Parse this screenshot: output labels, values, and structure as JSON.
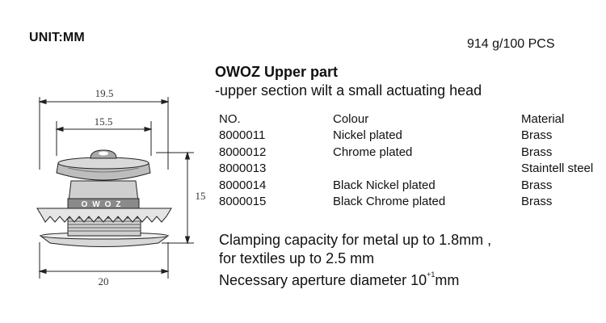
{
  "header": {
    "unit": "UNIT:MM",
    "weight": "914 g/100 PCS"
  },
  "product": {
    "title": "OWOZ Upper part",
    "subtitle": "-upper section wilt a small actuating head"
  },
  "table": {
    "headers": [
      "NO.",
      "Colour",
      "Material"
    ],
    "rows": [
      [
        "8000011",
        "Nickel plated",
        "Brass"
      ],
      [
        "8000012",
        "Chrome plated",
        "Brass"
      ],
      [
        "8000013",
        "",
        "Staintell steel"
      ],
      [
        "8000014",
        "Black Nickel plated",
        "Brass"
      ],
      [
        "8000015",
        "Black Chrome plated",
        "Brass"
      ]
    ]
  },
  "notes": {
    "line1": "Clamping capacity for metal up to 1.8mm ,",
    "line2": "for textiles up to 2.5 mm",
    "line3_main": "Necessary aperture diameter 10",
    "line3_sup": "+1",
    "line3_end": "mm"
  },
  "drawing": {
    "dim_top": "19.5",
    "dim_inner": "15.5",
    "dim_height": "15",
    "dim_bottom": "20",
    "logo_text": "OWOZ"
  }
}
